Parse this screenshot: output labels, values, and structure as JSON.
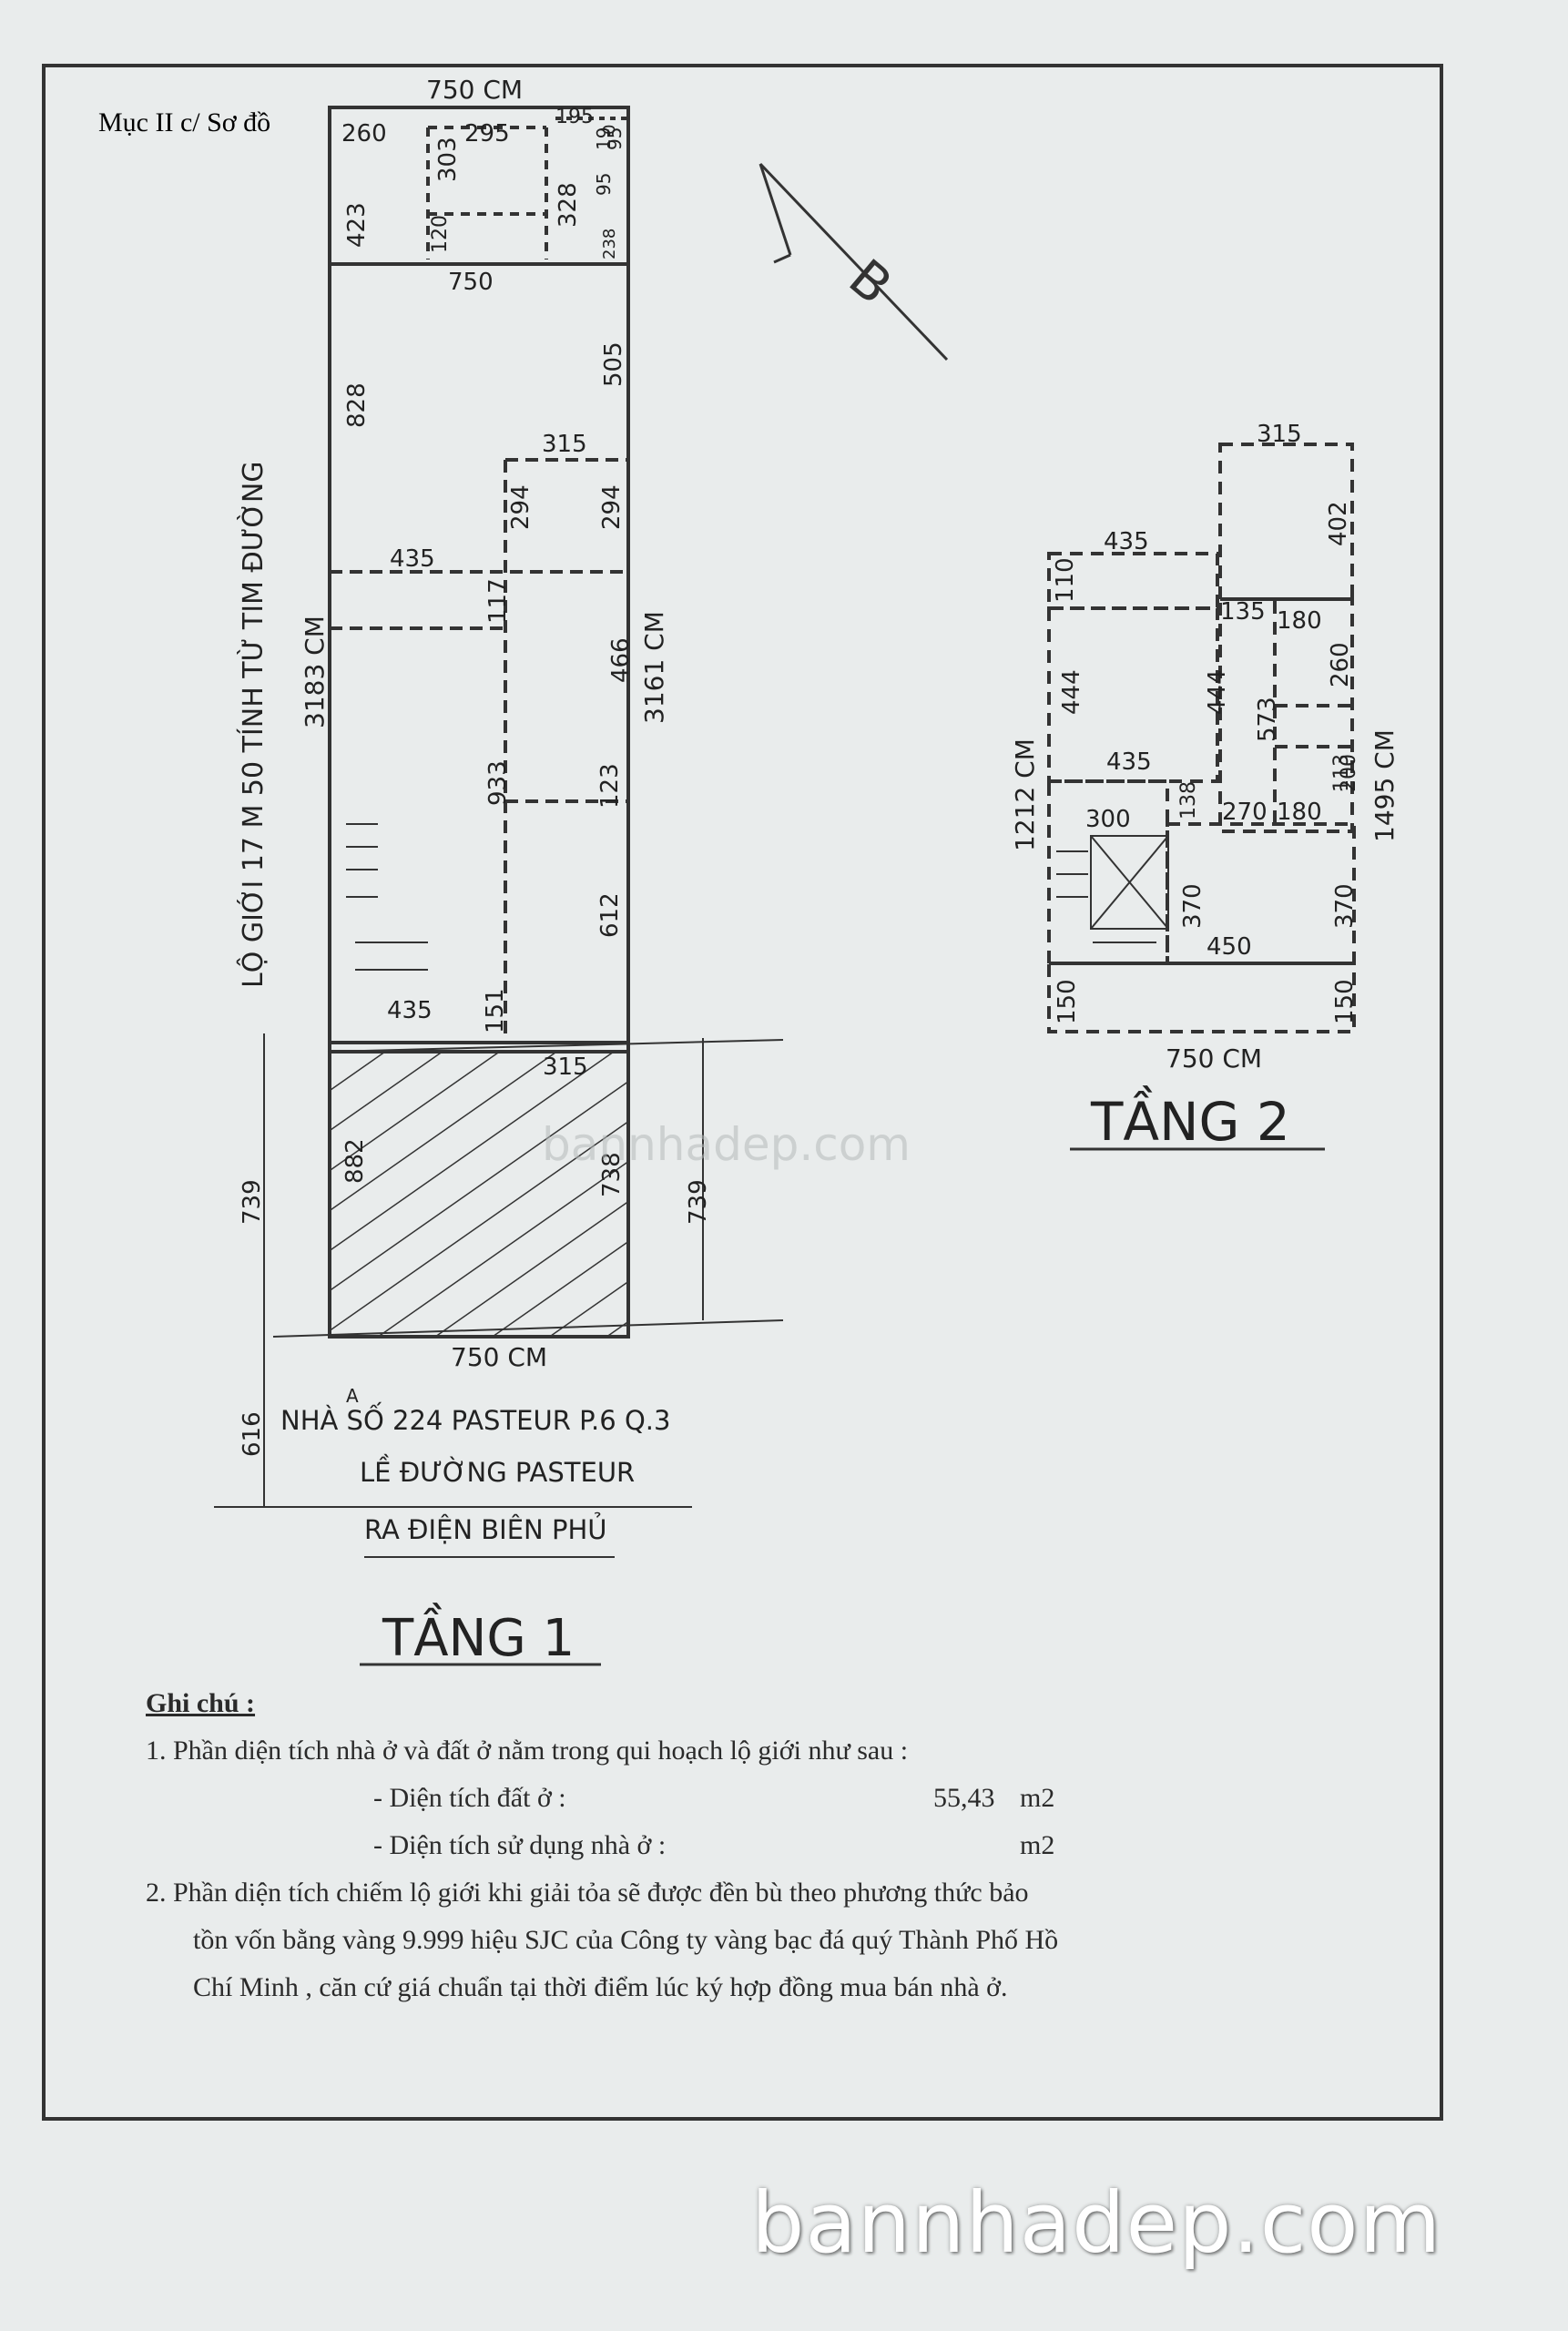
{
  "header": {
    "section": "Mục II c/ Sơ đồ"
  },
  "floor1": {
    "title": "TẦNG 1",
    "width_top": "750 CM",
    "width_bottom": "750 CM",
    "left_length": "3183 CM",
    "right_length": "3161 CM",
    "dims": [
      "260",
      "295",
      "195",
      "423",
      "303",
      "120",
      "328",
      "95",
      "19",
      "0",
      "95",
      "238",
      "750",
      "828",
      "505",
      "315",
      "294",
      "294",
      "435",
      "117",
      "466",
      "933",
      "123",
      "612",
      "435",
      "151",
      "315",
      "882",
      "738",
      "739",
      "739",
      "616"
    ]
  },
  "road": {
    "setback": "LỘ GIỚI 17 M 50 TÍNH TỪ TIM ĐƯỜNG",
    "address": "NHÀ SỐ 224 PASTEUR P.6 Q.3",
    "address_accent": "A",
    "sidewalk": "LỀ ĐƯỜNG PASTEUR",
    "direction": "RA ĐIỆN BIÊN PHỦ"
  },
  "floor2": {
    "title": "TẦNG 2",
    "width_bottom": "750 CM",
    "left_length": "1212 CM",
    "right_length": "1495 CM",
    "dims": [
      "315",
      "402",
      "435",
      "110",
      "135",
      "180",
      "444",
      "444",
      "573",
      "260",
      "435",
      "113",
      "138",
      "300",
      "270",
      "180",
      "200",
      "370",
      "370",
      "450",
      "150",
      "150"
    ]
  },
  "compass": {
    "label": "B"
  },
  "notes": {
    "title": "Ghi chú :",
    "item1": "1. Phần diện tích nhà ở và đất ở nằm trong qui hoạch lộ giới như sau :",
    "land_label": "- Diện tích đất ở :",
    "land_value": "55,43",
    "land_unit": "m2",
    "use_label": "- Diện tích sử dụng nhà ở :",
    "use_value": "",
    "use_unit": "m2",
    "item2_l1": "2. Phần diện tích chiếm lộ giới khi giải tỏa sẽ được đền bù theo phương thức bảo",
    "item2_l2": "tồn vốn bằng vàng 9.999 hiệu SJC của Công ty vàng bạc đá quý Thành Phố Hồ",
    "item2_l3": "Chí Minh , căn cứ giá chuẩn tại thời điểm lúc ký hợp đồng mua bán nhà ở."
  },
  "watermark": "bannhadep.com"
}
